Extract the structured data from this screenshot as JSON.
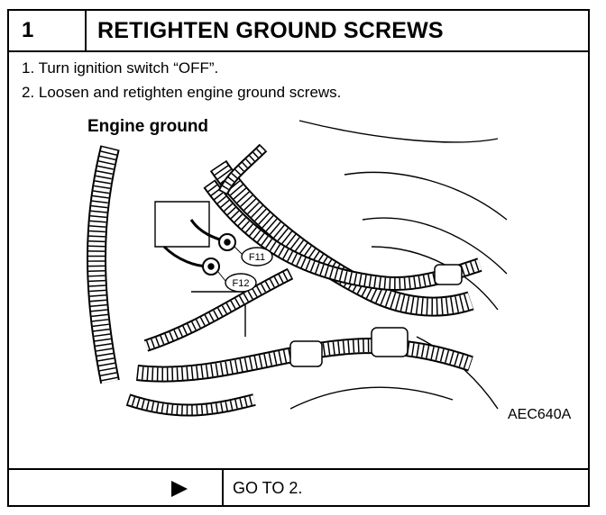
{
  "header": {
    "step": "1",
    "title": "RETIGHTEN GROUND SCREWS"
  },
  "steps": [
    "1. Turn ignition switch “OFF”.",
    "2. Loosen and retighten engine ground screws."
  ],
  "figure": {
    "label": "Engine ground",
    "callouts": [
      "F11",
      "F12"
    ],
    "code": "AEC640A"
  },
  "footer": {
    "arrow_icon": "right-triangle-arrow-icon",
    "goto": "GO TO 2."
  }
}
